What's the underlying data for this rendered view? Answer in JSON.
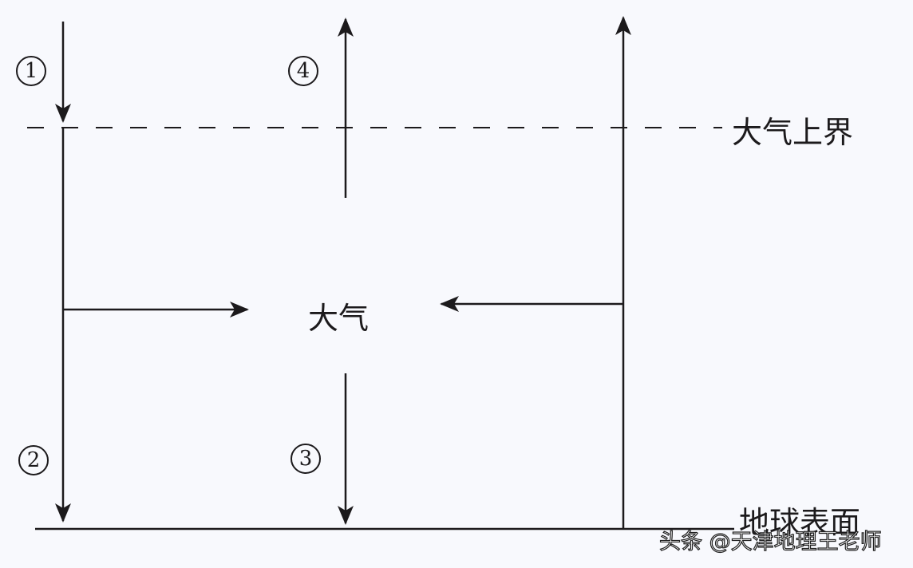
{
  "diagram": {
    "title_labels": {
      "upper_boundary": "大气上界",
      "atmosphere": "大气",
      "ground": "地球表面"
    },
    "arrows": [
      {
        "id": "1",
        "label": "①",
        "meaning": "incoming, downward from top to boundary"
      },
      {
        "id": "2",
        "label": "②",
        "meaning": "downward to ground"
      },
      {
        "id": "3",
        "label": "③",
        "meaning": "atmosphere downward to ground"
      },
      {
        "id": "4",
        "label": "④",
        "meaning": "atmosphere upward to space"
      }
    ],
    "colors": {
      "line": "#1c1a1c",
      "background": "#f8f9fd"
    }
  },
  "watermark": "头条 @天津地理王老师"
}
